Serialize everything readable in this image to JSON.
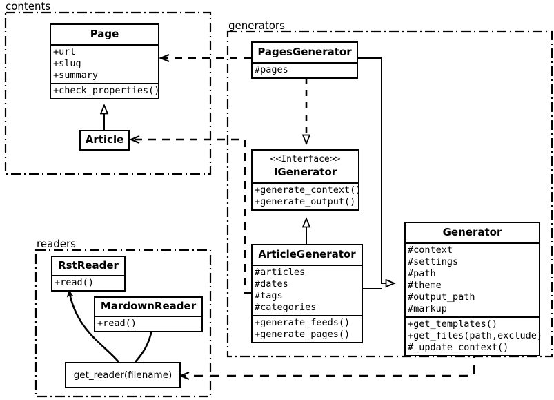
{
  "diagram": {
    "title": "UML class diagram",
    "stroke_color": "#000000",
    "fill_color": "#ffffff"
  },
  "packages": [
    {
      "id": "contents",
      "label": "contents"
    },
    {
      "id": "generators",
      "label": "generators"
    },
    {
      "id": "readers",
      "label": "readers"
    }
  ],
  "classes": [
    {
      "id": "page",
      "name": "Page",
      "stereotype": "",
      "attributes": [
        "+url",
        "+slug",
        "+summary"
      ],
      "methods": [
        "+check_properties()"
      ]
    },
    {
      "id": "article",
      "name": "Article",
      "stereotype": "",
      "attributes": [],
      "methods": []
    },
    {
      "id": "pages_generator",
      "name": "PagesGenerator",
      "stereotype": "",
      "attributes": [
        "#pages"
      ],
      "methods": []
    },
    {
      "id": "igenerator",
      "name": "IGenerator",
      "stereotype": "<<Interface>>",
      "attributes": [],
      "methods": [
        "+generate_context()",
        "+generate_output()"
      ]
    },
    {
      "id": "article_generator",
      "name": "ArticleGenerator",
      "stereotype": "",
      "attributes": [
        "#articles",
        "#dates",
        "#tags",
        "#categories"
      ],
      "methods": [
        "+generate_feeds()",
        "+generate_pages()"
      ]
    },
    {
      "id": "generator",
      "name": "Generator",
      "stereotype": "",
      "attributes": [
        "#context",
        "#settings",
        "#path",
        "#theme",
        "#output_path",
        "#markup"
      ],
      "methods": [
        "+get_templates()",
        "+get_files(path,exclude)",
        "#_update_context()"
      ]
    },
    {
      "id": "rst_reader",
      "name": "RstReader",
      "stereotype": "",
      "attributes": [],
      "methods": [
        "+read()"
      ]
    },
    {
      "id": "mardown_reader",
      "name": "MardownReader",
      "stereotype": "",
      "attributes": [],
      "methods": [
        "+read()"
      ]
    }
  ],
  "functions": [
    {
      "id": "get_reader",
      "label": "get_reader(filename)"
    }
  ],
  "relations": [
    {
      "id": "article-inherits-page",
      "type": "generalization",
      "from": "article",
      "to": "page"
    },
    {
      "id": "pagesgenerator-realizes-igenerator",
      "type": "realization",
      "from": "pages_generator",
      "to": "igenerator"
    },
    {
      "id": "articlegenerator-inherits-igenerator",
      "type": "generalization",
      "from": "article_generator",
      "to": "igenerator"
    },
    {
      "id": "pagesgenerator-inherits-generator",
      "type": "generalization",
      "from": "pages_generator",
      "to": "generator"
    },
    {
      "id": "articlegenerator-inherits-generator",
      "type": "generalization",
      "from": "article_generator",
      "to": "generator"
    },
    {
      "id": "pagesgenerator-uses-page",
      "type": "dependency",
      "from": "pages_generator",
      "to": "page"
    },
    {
      "id": "articlegenerator-uses-article",
      "type": "dependency",
      "from": "article_generator",
      "to": "article"
    },
    {
      "id": "generator-uses-get-reader",
      "type": "dependency",
      "from": "generator",
      "to": "get_reader"
    },
    {
      "id": "get-reader-returns-rstreader",
      "type": "return",
      "from": "get_reader",
      "to": "rst_reader"
    },
    {
      "id": "get-reader-returns-mardownreader",
      "type": "return",
      "from": "get_reader",
      "to": "mardown_reader"
    }
  ]
}
